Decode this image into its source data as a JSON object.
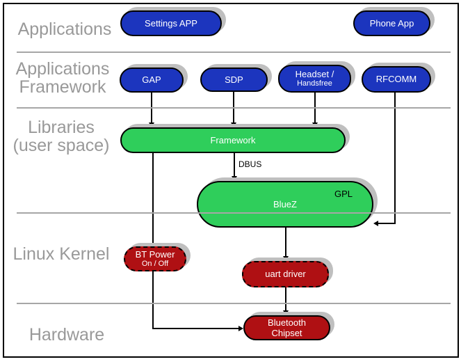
{
  "colors": {
    "app_blue": "#1c35be",
    "lib_green": "#2fce5b",
    "kernel_red": "#af1013",
    "shadow": "#bfbfbf",
    "divider": "#a6a6a6",
    "label_gray": "#999999"
  },
  "layers": {
    "applications": {
      "lines": [
        "Applications"
      ]
    },
    "app_framework": {
      "lines": [
        "Applications",
        "Framework"
      ]
    },
    "libraries": {
      "lines": [
        "Libraries",
        "(user space)"
      ]
    },
    "kernel": {
      "lines": [
        "Linux Kernel"
      ]
    },
    "hardware": {
      "lines": [
        "Hardware"
      ]
    }
  },
  "nodes": {
    "settings_app": {
      "label": "Settings APP"
    },
    "phone_app": {
      "label": "Phone App"
    },
    "gap": {
      "label": "GAP"
    },
    "sdp": {
      "label": "SDP"
    },
    "headset": {
      "lines": [
        "Headset /",
        "Handsfree"
      ]
    },
    "rfcomm": {
      "label": "RFCOMM"
    },
    "framework": {
      "label": "Framework"
    },
    "bluez": {
      "label": "BlueZ",
      "badge": "GPL"
    },
    "bt_power": {
      "lines": [
        "BT Power",
        "On / Off"
      ]
    },
    "uart": {
      "label": "uart driver"
    },
    "chipset": {
      "lines": [
        "Bluetooth",
        "Chipset"
      ]
    }
  },
  "edges": {
    "dbus_label": "DBUS"
  }
}
